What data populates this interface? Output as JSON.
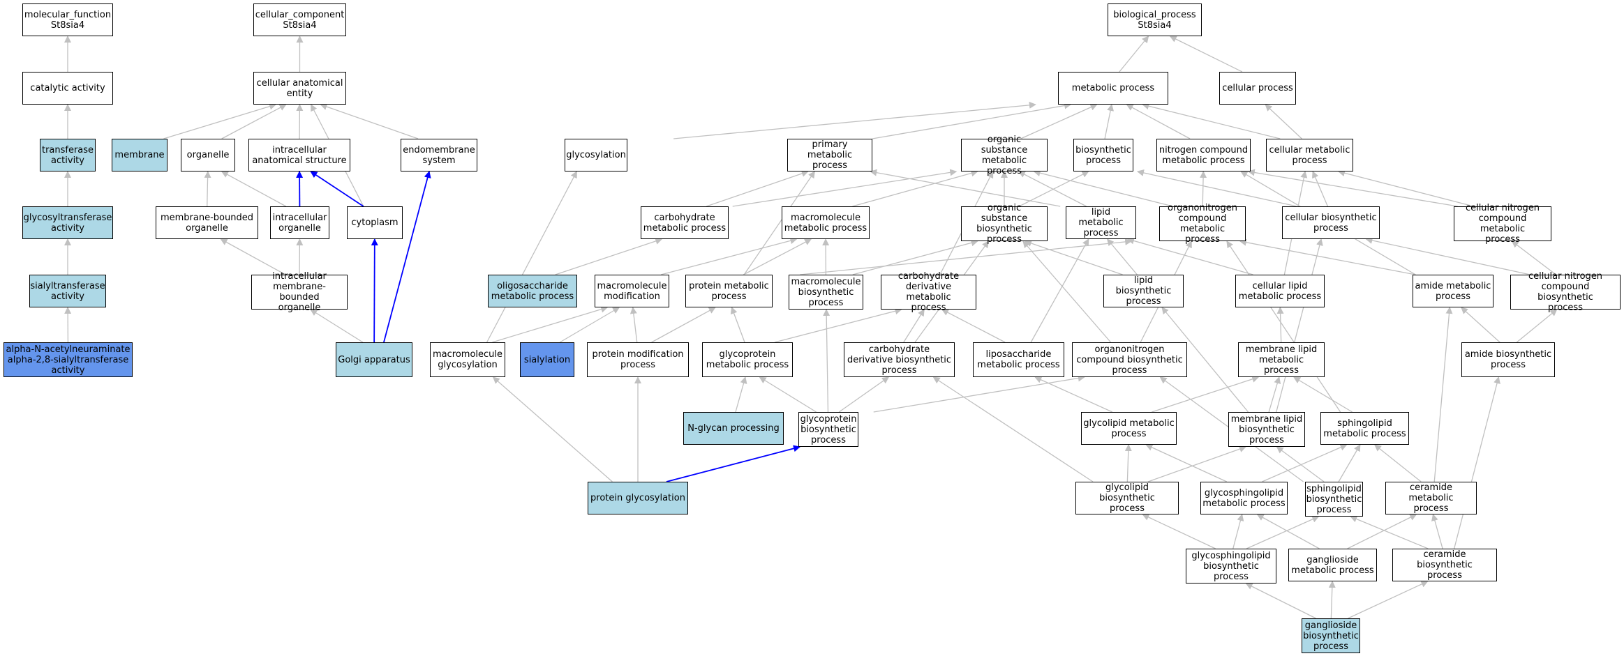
{
  "colors": {
    "light": "#add8e6",
    "blue": "#6495ed",
    "white": "#ffffff",
    "edge_gray": "#c0c0c0",
    "edge_blue": "#0000ff"
  },
  "nodes": [
    {
      "id": "mf",
      "label": "molecular_function\nSt8sia4",
      "style": "white"
    },
    {
      "id": "cat",
      "label": "catalytic activity",
      "style": "white"
    },
    {
      "id": "tra",
      "label": "transferase\nactivity",
      "style": "light"
    },
    {
      "id": "gly_tr",
      "label": "glycosyltransferase\nactivity",
      "style": "light"
    },
    {
      "id": "sia_tr",
      "label": "sialyltransferase\nactivity",
      "style": "light"
    },
    {
      "id": "alpha",
      "label": "alpha-N-acetylneuraminate\nalpha-2,8-sialyltransferase\nactivity",
      "style": "blue"
    },
    {
      "id": "cc",
      "label": "cellular_component\nSt8sia4",
      "style": "white"
    },
    {
      "id": "cae",
      "label": "cellular anatomical\nentity",
      "style": "white"
    },
    {
      "id": "mem",
      "label": "membrane",
      "style": "light"
    },
    {
      "id": "org",
      "label": "organelle",
      "style": "white"
    },
    {
      "id": "ias",
      "label": "intracellular\nanatomical structure",
      "style": "white"
    },
    {
      "id": "ems",
      "label": "endomembrane\nsystem",
      "style": "white"
    },
    {
      "id": "mbo",
      "label": "membrane-bounded\norganelle",
      "style": "white"
    },
    {
      "id": "io",
      "label": "intracellular\norganelle",
      "style": "white"
    },
    {
      "id": "cyt",
      "label": "cytoplasm",
      "style": "white"
    },
    {
      "id": "imbo",
      "label": "intracellular\nmembrane-bounded\norganelle",
      "style": "white"
    },
    {
      "id": "golgi",
      "label": "Golgi apparatus",
      "style": "light"
    },
    {
      "id": "bp",
      "label": "biological_process\nSt8sia4",
      "style": "white"
    },
    {
      "id": "mp",
      "label": "metabolic process",
      "style": "white"
    },
    {
      "id": "cp",
      "label": "cellular process",
      "style": "white"
    },
    {
      "id": "glycosyl",
      "label": "glycosylation",
      "style": "white"
    },
    {
      "id": "pmp",
      "label": "primary metabolic\nprocess",
      "style": "white"
    },
    {
      "id": "osmp",
      "label": "organic substance\nmetabolic process",
      "style": "white"
    },
    {
      "id": "bsp",
      "label": "biosynthetic\nprocess",
      "style": "white"
    },
    {
      "id": "ncmp",
      "label": "nitrogen compound\nmetabolic process",
      "style": "white"
    },
    {
      "id": "cmp",
      "label": "cellular metabolic\nprocess",
      "style": "white"
    },
    {
      "id": "chmp",
      "label": "carbohydrate\nmetabolic process",
      "style": "white"
    },
    {
      "id": "mmp",
      "label": "macromolecule\nmetabolic process",
      "style": "white"
    },
    {
      "id": "osbp",
      "label": "organic substance\nbiosynthetic\nprocess",
      "style": "white"
    },
    {
      "id": "lmp",
      "label": "lipid metabolic\nprocess",
      "style": "white"
    },
    {
      "id": "oncmp",
      "label": "organonitrogen\ncompound metabolic\nprocess",
      "style": "white"
    },
    {
      "id": "cbp",
      "label": "cellular biosynthetic\nprocess",
      "style": "white"
    },
    {
      "id": "cncmp",
      "label": "cellular nitrogen\ncompound metabolic\nprocess",
      "style": "white"
    },
    {
      "id": "omp",
      "label": "oligosaccharide\nmetabolic process",
      "style": "light"
    },
    {
      "id": "mmod",
      "label": "macromolecule\nmodification",
      "style": "white"
    },
    {
      "id": "prmp",
      "label": "protein metabolic\nprocess",
      "style": "white"
    },
    {
      "id": "mbp",
      "label": "macromolecule\nbiosynthetic\nprocess",
      "style": "white"
    },
    {
      "id": "cdmp",
      "label": "carbohydrate\nderivative metabolic\nprocess",
      "style": "white"
    },
    {
      "id": "lbp",
      "label": "lipid biosynthetic\nprocess",
      "style": "white"
    },
    {
      "id": "clmp",
      "label": "cellular lipid\nmetabolic process",
      "style": "white"
    },
    {
      "id": "amp",
      "label": "amide metabolic\nprocess",
      "style": "white"
    },
    {
      "id": "cncbp",
      "label": "cellular nitrogen\ncompound biosynthetic\nprocess",
      "style": "white"
    },
    {
      "id": "mgly",
      "label": "macromolecule\nglycosylation",
      "style": "white"
    },
    {
      "id": "sial",
      "label": "sialylation",
      "style": "blue"
    },
    {
      "id": "pmod",
      "label": "protein modification\nprocess",
      "style": "white"
    },
    {
      "id": "gpmp",
      "label": "glycoprotein\nmetabolic process",
      "style": "white"
    },
    {
      "id": "cdbp",
      "label": "carbohydrate\nderivative biosynthetic\nprocess",
      "style": "white"
    },
    {
      "id": "lsmp",
      "label": "liposaccharide\nmetabolic process",
      "style": "white"
    },
    {
      "id": "oncbp",
      "label": "organonitrogen\ncompound biosynthetic\nprocess",
      "style": "white"
    },
    {
      "id": "mlmp",
      "label": "membrane lipid\nmetabolic process",
      "style": "white"
    },
    {
      "id": "abp",
      "label": "amide biosynthetic\nprocess",
      "style": "white"
    },
    {
      "id": "ngly",
      "label": "N-glycan processing",
      "style": "light"
    },
    {
      "id": "gpbp",
      "label": "glycoprotein\nbiosynthetic\nprocess",
      "style": "white"
    },
    {
      "id": "glmp",
      "label": "glycolipid metabolic\nprocess",
      "style": "white"
    },
    {
      "id": "mlbp",
      "label": "membrane lipid\nbiosynthetic\nprocess",
      "style": "white"
    },
    {
      "id": "splmp",
      "label": "sphingolipid\nmetabolic process",
      "style": "white"
    },
    {
      "id": "pgly",
      "label": "protein glycosylation",
      "style": "light"
    },
    {
      "id": "glbp",
      "label": "glycolipid biosynthetic\nprocess",
      "style": "white"
    },
    {
      "id": "gsmp",
      "label": "glycosphingolipid\nmetabolic process",
      "style": "white"
    },
    {
      "id": "splbp",
      "label": "sphingolipid\nbiosynthetic\nprocess",
      "style": "white"
    },
    {
      "id": "cermp",
      "label": "ceramide metabolic\nprocess",
      "style": "white"
    },
    {
      "id": "gsbp",
      "label": "glycosphingolipid\nbiosynthetic\nprocess",
      "style": "white"
    },
    {
      "id": "gangmp",
      "label": "ganglioside\nmetabolic process",
      "style": "white"
    },
    {
      "id": "cerbp",
      "label": "ceramide biosynthetic\nprocess",
      "style": "white"
    },
    {
      "id": "gangbp",
      "label": "ganglioside\nbiosynthetic\nprocess",
      "style": "light"
    }
  ],
  "edges": [
    [
      "cat",
      "mf",
      "g"
    ],
    [
      "tra",
      "cat",
      "g"
    ],
    [
      "gly_tr",
      "tra",
      "g"
    ],
    [
      "sia_tr",
      "gly_tr",
      "g"
    ],
    [
      "alpha",
      "sia_tr",
      "g"
    ],
    [
      "cae",
      "cc",
      "g"
    ],
    [
      "mem",
      "cae",
      "g"
    ],
    [
      "org",
      "cae",
      "g"
    ],
    [
      "ias",
      "cae",
      "g"
    ],
    [
      "ems",
      "cae",
      "g"
    ],
    [
      "cyt",
      "cae",
      "g"
    ],
    [
      "mbo",
      "org",
      "g"
    ],
    [
      "io",
      "org",
      "g"
    ],
    [
      "io",
      "ias",
      "b"
    ],
    [
      "cyt",
      "ias",
      "b"
    ],
    [
      "imbo",
      "mbo",
      "g"
    ],
    [
      "imbo",
      "io",
      "g"
    ],
    [
      "golgi",
      "imbo",
      "g"
    ],
    [
      "golgi",
      "cyt",
      "b"
    ],
    [
      "golgi",
      "ems",
      "b"
    ],
    [
      "mp",
      "bp",
      "g"
    ],
    [
      "cp",
      "bp",
      "g"
    ],
    [
      "glycosyl",
      "mp",
      "g"
    ],
    [
      "pmp",
      "mp",
      "g"
    ],
    [
      "osmp",
      "mp",
      "g"
    ],
    [
      "bsp",
      "mp",
      "g"
    ],
    [
      "ncmp",
      "mp",
      "g"
    ],
    [
      "cmp",
      "mp",
      "g"
    ],
    [
      "cmp",
      "cp",
      "g"
    ],
    [
      "chmp",
      "pmp",
      "g"
    ],
    [
      "chmp",
      "osmp",
      "g"
    ],
    [
      "mmp",
      "osmp",
      "g"
    ],
    [
      "lmp",
      "pmp",
      "g"
    ],
    [
      "lmp",
      "osmp",
      "g"
    ],
    [
      "osbp",
      "osmp",
      "g"
    ],
    [
      "osbp",
      "bsp",
      "g"
    ],
    [
      "oncmp",
      "osmp",
      "g"
    ],
    [
      "oncmp",
      "ncmp",
      "g"
    ],
    [
      "cbp",
      "bsp",
      "g"
    ],
    [
      "cbp",
      "cmp",
      "g"
    ],
    [
      "cncmp",
      "ncmp",
      "g"
    ],
    [
      "cncmp",
      "cmp",
      "g"
    ],
    [
      "omp",
      "chmp",
      "g"
    ],
    [
      "mmod",
      "mmp",
      "g"
    ],
    [
      "prmp",
      "pmp",
      "g"
    ],
    [
      "prmp",
      "mmp",
      "g"
    ],
    [
      "prmp",
      "oncmp",
      "g"
    ],
    [
      "mbp",
      "mmp",
      "g"
    ],
    [
      "mbp",
      "osbp",
      "g"
    ],
    [
      "cdmp",
      "osmp",
      "g"
    ],
    [
      "lbp",
      "lmp",
      "g"
    ],
    [
      "lbp",
      "osbp",
      "g"
    ],
    [
      "clmp",
      "lmp",
      "g"
    ],
    [
      "clmp",
      "cmp",
      "g"
    ],
    [
      "amp",
      "oncmp",
      "g"
    ],
    [
      "amp",
      "ncmp",
      "g"
    ],
    [
      "cncbp",
      "cncmp",
      "g"
    ],
    [
      "cncbp",
      "cbp",
      "g"
    ],
    [
      "mgly",
      "glycosyl",
      "g"
    ],
    [
      "mgly",
      "mmod",
      "g"
    ],
    [
      "sial",
      "mmod",
      "g"
    ],
    [
      "pmod",
      "mmod",
      "g"
    ],
    [
      "pmod",
      "prmp",
      "g"
    ],
    [
      "gpmp",
      "prmp",
      "g"
    ],
    [
      "gpmp",
      "cdmp",
      "g"
    ],
    [
      "cdbp",
      "cdmp",
      "g"
    ],
    [
      "cdbp",
      "osbp",
      "g"
    ],
    [
      "lsmp",
      "cdmp",
      "g"
    ],
    [
      "lsmp",
      "lmp",
      "g"
    ],
    [
      "oncbp",
      "oncmp",
      "g"
    ],
    [
      "oncbp",
      "osbp",
      "g"
    ],
    [
      "mlmp",
      "clmp",
      "g"
    ],
    [
      "abp",
      "amp",
      "g"
    ],
    [
      "abp",
      "cncbp",
      "g"
    ],
    [
      "ngly",
      "gpmp",
      "g"
    ],
    [
      "gpbp",
      "gpmp",
      "g"
    ],
    [
      "gpbp",
      "mbp",
      "g"
    ],
    [
      "gpbp",
      "cdbp",
      "g"
    ],
    [
      "gpbp",
      "oncbp",
      "g"
    ],
    [
      "glmp",
      "lsmp",
      "g"
    ],
    [
      "glmp",
      "mlmp",
      "g"
    ],
    [
      "mlbp",
      "mlmp",
      "g"
    ],
    [
      "mlbp",
      "lbp",
      "g"
    ],
    [
      "mlbp",
      "cbp",
      "g"
    ],
    [
      "splmp",
      "mlmp",
      "g"
    ],
    [
      "splmp",
      "oncmp",
      "g"
    ],
    [
      "pgly",
      "mgly",
      "g"
    ],
    [
      "pgly",
      "pmod",
      "g"
    ],
    [
      "pgly",
      "gpbp",
      "b"
    ],
    [
      "glbp",
      "glmp",
      "g"
    ],
    [
      "glbp",
      "mlbp",
      "g"
    ],
    [
      "glbp",
      "cdbp",
      "g"
    ],
    [
      "gsmp",
      "glmp",
      "g"
    ],
    [
      "gsmp",
      "splmp",
      "g"
    ],
    [
      "splbp",
      "splmp",
      "g"
    ],
    [
      "splbp",
      "mlbp",
      "g"
    ],
    [
      "splbp",
      "oncbp",
      "g"
    ],
    [
      "cermp",
      "splmp",
      "g"
    ],
    [
      "cermp",
      "amp",
      "g"
    ],
    [
      "gsbp",
      "glbp",
      "g"
    ],
    [
      "gsbp",
      "gsmp",
      "g"
    ],
    [
      "gsbp",
      "splbp",
      "g"
    ],
    [
      "gangmp",
      "gsmp",
      "g"
    ],
    [
      "gangmp",
      "cermp",
      "g"
    ],
    [
      "cerbp",
      "cermp",
      "g"
    ],
    [
      "cerbp",
      "splbp",
      "g"
    ],
    [
      "cerbp",
      "abp",
      "g"
    ],
    [
      "gangbp",
      "gsbp",
      "g"
    ],
    [
      "gangbp",
      "gangmp",
      "g"
    ],
    [
      "gangbp",
      "cerbp",
      "g"
    ]
  ]
}
